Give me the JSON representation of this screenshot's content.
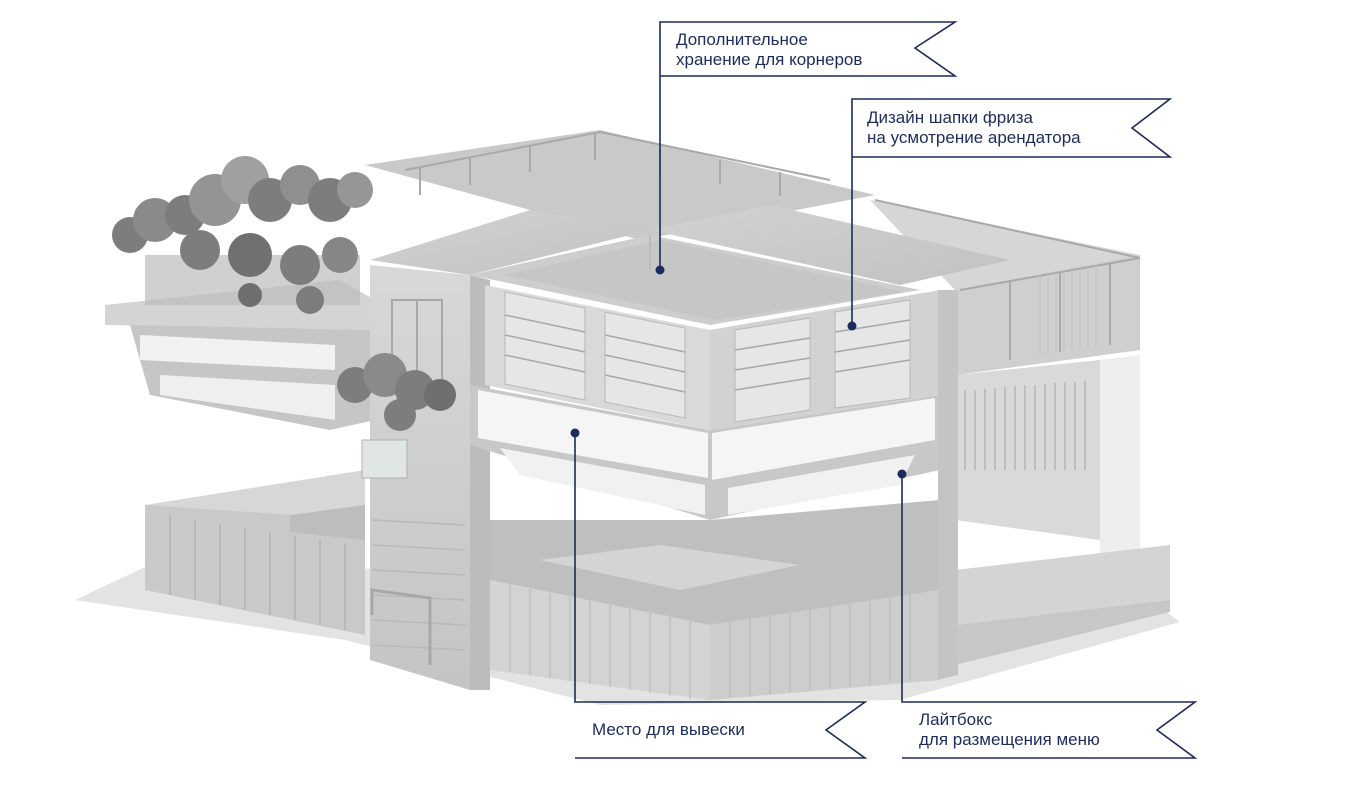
{
  "colors": {
    "accent": "#1c2b5a",
    "building": "#cfcfcf",
    "lightbox": "#f4f4f4",
    "foliage": "#7d7d7d"
  },
  "callouts": {
    "storage": {
      "line1": "Дополнительное",
      "line2": "хранение для корнеров"
    },
    "frieze": {
      "line1": "Дизайн шапки фриза",
      "line2": "на усмотрение арендатора"
    },
    "sign": {
      "line1": "Место для вывески"
    },
    "lightbox": {
      "line1": "Лайтбокс",
      "line2": "для размещения меню"
    }
  }
}
